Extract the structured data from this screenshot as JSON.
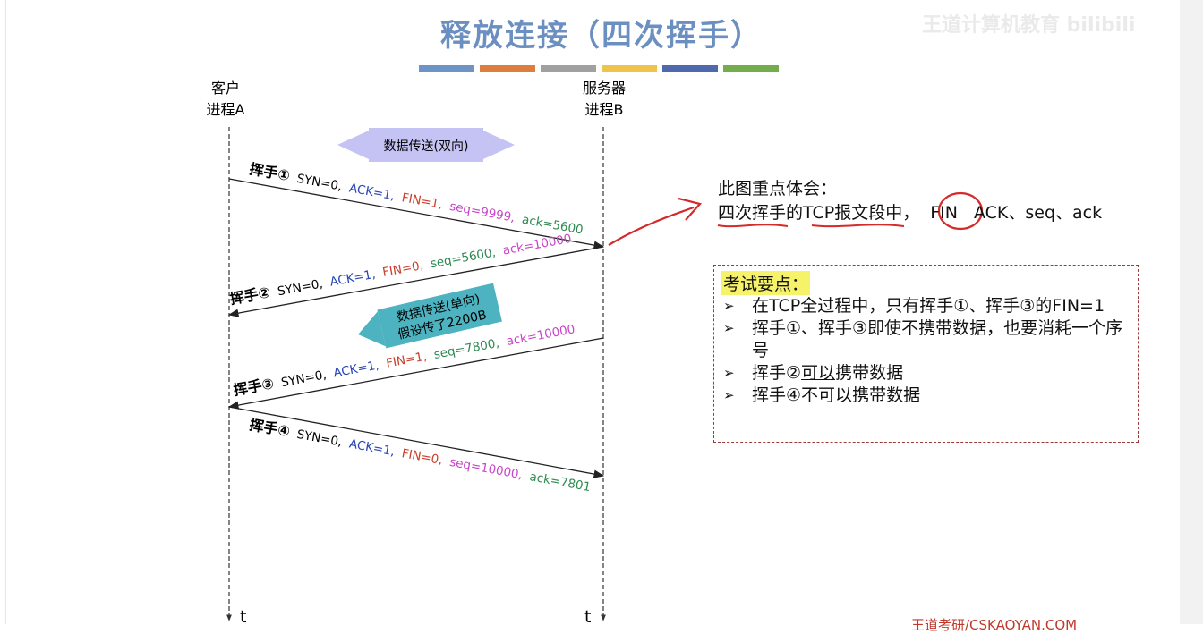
{
  "title": "释放连接（四次挥手）",
  "watermark": "王道计算机教育 bilibili",
  "color_bars": [
    "#6e94c5",
    "#dc7f3e",
    "#a0a0a0",
    "#eec54a",
    "#4e69ad",
    "#74ad4c"
  ],
  "client": {
    "line1": "客户",
    "line2": "进程A",
    "time_label": "t"
  },
  "server": {
    "line1": "服务器",
    "line2": "进程B",
    "time_label": "t"
  },
  "data_transfer_both": "数据传送(双向)",
  "data_transfer_one": {
    "line1": "数据传送(单向)",
    "line2": "假设传了2200B"
  },
  "handshakes": [
    {
      "label": "挥手①",
      "syn": "SYN=0,",
      "ack_flag": "ACK=1,",
      "fin": "FIN=1,",
      "seq": "seq=9999,",
      "ack": "ack=5600"
    },
    {
      "label": "挥手②",
      "syn": "SYN=0,",
      "ack_flag": "ACK=1,",
      "fin": "FIN=0,",
      "seq": "seq=5600,",
      "ack": "ack=10000"
    },
    {
      "label": "挥手③",
      "syn": "SYN=0,",
      "ack_flag": "ACK=1,",
      "fin": "FIN=1,",
      "seq": "seq=7800,",
      "ack": "ack=10000"
    },
    {
      "label": "挥手④",
      "syn": "SYN=0,",
      "ack_flag": "ACK=1,",
      "fin": "FIN=0,",
      "seq": "seq=10000,",
      "ack": "ack=7801"
    }
  ],
  "notes": {
    "title": "此图重点体会：",
    "part1": "四次挥手的",
    "part2": "TCP报文段",
    "part3": "中，",
    "fin": "FIN",
    "rest": "ACK、seq、ack"
  },
  "exam": {
    "title": "考试要点：",
    "bullet": "➢",
    "item1": "在TCP全过程中，只有挥手①、挥手③的FIN=1",
    "item2": "挥手①、挥手③即使不携带数据，也要消耗一个序号",
    "item3_pre": "挥手②",
    "item3_u": "可以",
    "item3_post": "携带数据",
    "item4_pre": "挥手④",
    "item4_u": "不可以",
    "item4_post": "携带数据"
  },
  "footer": "王道考研/CSKAOYAN.COM",
  "colors": {
    "ack": "#2846b4",
    "fin": "#c8412d",
    "seq": "#2f8a52",
    "seq1": "#c846c8",
    "ackval": "#c846c8"
  }
}
